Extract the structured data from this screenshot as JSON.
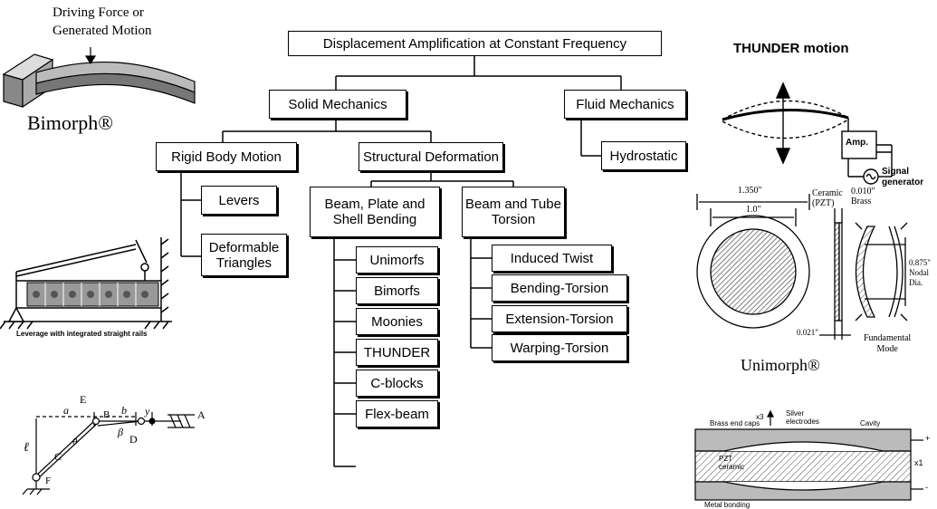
{
  "tree": {
    "root": "Displacement Amplification at Constant Frequency",
    "solid": "Solid Mechanics",
    "fluid": "Fluid Mechanics",
    "hydrostatic": "Hydrostatic",
    "rigid": "Rigid Body Motion",
    "structural": "Structural Deformation",
    "levers": "Levers",
    "triangles": "Deformable\nTriangles",
    "bending": "Beam, Plate and\nShell Bending",
    "torsion": "Beam and Tube\nTorsion",
    "bending_items": [
      "Unimorfs",
      "Bimorfs",
      "Moonies",
      "THUNDER",
      "C-blocks",
      "Flex-beam"
    ],
    "torsion_items": [
      "Induced Twist",
      "Bending-Torsion",
      "Extension-Torsion",
      "Warping-Torsion"
    ]
  },
  "figures": {
    "bimorph": {
      "caption": "Bimorph®",
      "label": "Driving Force or\nGenerated Motion"
    },
    "leverage": {
      "caption": "Leverage with integrated straight rails"
    },
    "triangle": {
      "labels": [
        "a",
        "E",
        "B",
        "b",
        "y",
        "A",
        "C",
        "D",
        "F",
        "β",
        "θ",
        "ℓ"
      ]
    },
    "thunder": {
      "title": "THUNDER motion",
      "amp": "Amp.",
      "signal": "Signal\ngenerator"
    },
    "unimorph": {
      "caption": "Unimorph®",
      "dims": [
        "1.350\"",
        "1.0\"",
        "Ceramic\n(PZT)",
        "0.010\"\nBrass",
        "0.875\"\nNodal\nDia.",
        "0.021\"",
        "Fundamental\nMode"
      ]
    },
    "moonie": {
      "labels": [
        "x3",
        "Silver\nelectrodes",
        "Brass end caps",
        "Cavity",
        "PZT\nceramic",
        "x1",
        "Metal bonding",
        "+",
        "-"
      ]
    }
  }
}
